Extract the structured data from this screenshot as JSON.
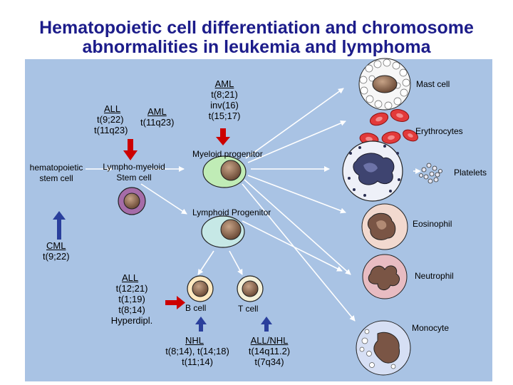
{
  "title": {
    "line1": "Hematopoietic cell differentiation and chromosome",
    "line2": "abnormalities in leukemia and lymphoma"
  },
  "colors": {
    "title": "#1c1c8a",
    "panel": "#a9c3e4",
    "arrow_red": "#cc0000",
    "arrow_blue": "#2a3f9c",
    "cell_outline": "#222222",
    "nucleus": "#8d6e58"
  },
  "cells": {
    "stem": "hematopoietic stem cell",
    "lympho_myeloid": "Lympho-myeloid Stem cell",
    "myeloid_progenitor": "Myeloid progenitor",
    "lymphoid_progenitor": "Lymphoid Progenitor",
    "b_cell": "B cell",
    "t_cell": "T cell",
    "mast": "Mast cell",
    "erythrocytes": "Erythrocytes",
    "platelets": "Platelets",
    "eosinophil": "Eosinophil",
    "neutrophil": "Neutrophil",
    "monocyte": "Monocyte"
  },
  "abnormalities": {
    "all_top": {
      "head": "ALL",
      "lines": [
        "t(9;22)",
        "t(11q23)"
      ]
    },
    "aml_top": {
      "head": "AML",
      "lines": [
        "t(11q23)"
      ]
    },
    "aml_myeloid": {
      "head": "AML",
      "lines": [
        "t(8;21)",
        "inv(16)",
        "t(15;17)"
      ]
    },
    "cml": {
      "head": "CML",
      "lines": [
        "t(9;22)"
      ]
    },
    "all_lymphoid": {
      "head": "ALL",
      "lines": [
        "t(12;21)",
        "t(1;19)",
        "t(8;14)",
        "Hyperdipl."
      ]
    },
    "nhl": {
      "head": "NHL",
      "lines": [
        "t(8;14), t(14;18)",
        "t(11;14)"
      ]
    },
    "all_nhl": {
      "head": "ALL/NHL",
      "lines": [
        "t(14q11.2)",
        "t(7q34)"
      ]
    }
  }
}
